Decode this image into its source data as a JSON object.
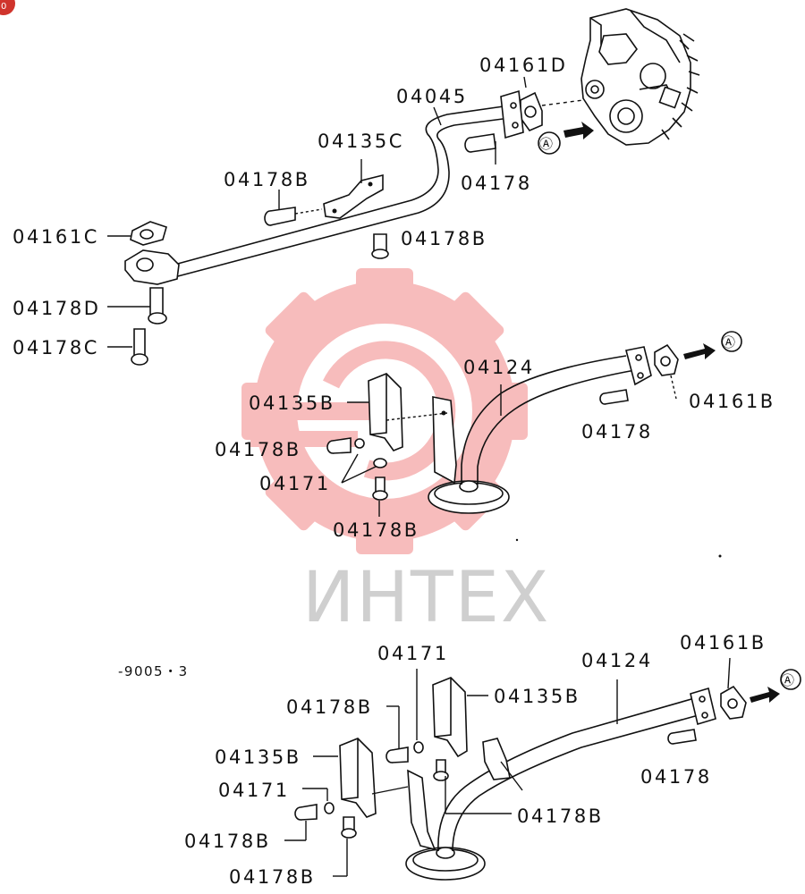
{
  "watermark": {
    "text": "ИНТЕХ",
    "gear_color": "#f3a7a7"
  },
  "corner_badge": {
    "text": "0"
  },
  "figure_code": "-9005・3",
  "arrow_ref": "Ⓐ",
  "labels": {
    "top": {
      "l_04161D": "04161D",
      "l_04045": "04045",
      "l_04135C": "04135C",
      "l_04178B_a": "04178B",
      "l_04178": "04178",
      "l_04161C": "04161C",
      "l_04178B_b": "04178B",
      "l_04178D": "04178D",
      "l_04178C": "04178C"
    },
    "middle": {
      "l_04124": "04124",
      "l_04135B": "04135B",
      "l_04161B": "04161B",
      "l_04178B_a": "04178B",
      "l_04178": "04178",
      "l_04171": "04171",
      "l_04178B_b": "04178B"
    },
    "bottom": {
      "l_04171_a": "04171",
      "l_04124": "04124",
      "l_04161B": "04161B",
      "l_04178B_a": "04178B",
      "l_04135B_a": "04135B",
      "l_04135B_b": "04135B",
      "l_04178": "04178",
      "l_04171_b": "04171",
      "l_04178B_b": "04178B",
      "l_04178B_c": "04178B",
      "l_04178B_d": "04178B"
    }
  }
}
